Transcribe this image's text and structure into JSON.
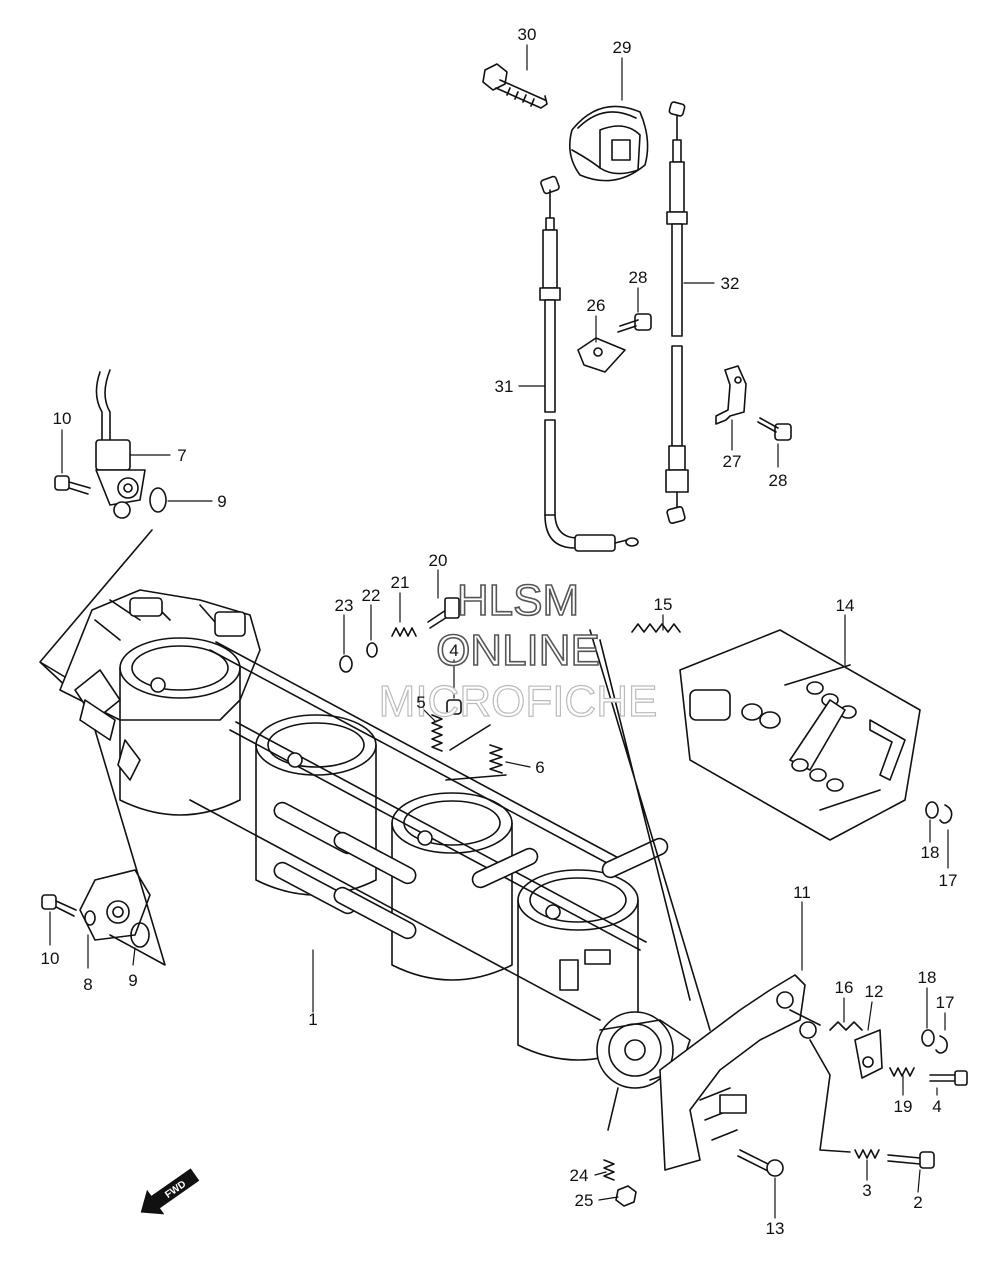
{
  "watermark": {
    "line1": "HLSM",
    "line2": "ONLINE",
    "line3": "MICROFICHE"
  },
  "direction_label": "FWD",
  "callouts": {
    "c1": "1",
    "c2": "2",
    "c3": "3",
    "c4a": "4",
    "c4b": "4",
    "c5": "5",
    "c6": "6",
    "c7": "7",
    "c8": "8",
    "c9a": "9",
    "c9b": "9",
    "c10a": "10",
    "c10b": "10",
    "c11": "11",
    "c12": "12",
    "c13": "13",
    "c14": "14",
    "c15": "15",
    "c16": "16",
    "c17a": "17",
    "c17b": "17",
    "c18a": "18",
    "c18b": "18",
    "c19": "19",
    "c20": "20",
    "c21": "21",
    "c22": "22",
    "c23": "23",
    "c24": "24",
    "c25": "25",
    "c26": "26",
    "c27": "27",
    "c28a": "28",
    "c28b": "28",
    "c29": "29",
    "c30": "30",
    "c31": "31",
    "c32": "32"
  }
}
